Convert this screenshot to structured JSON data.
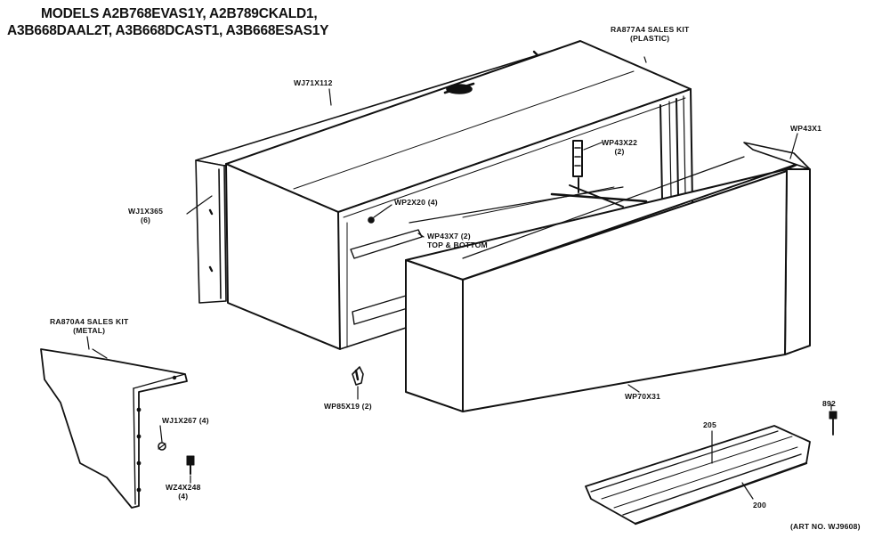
{
  "title": {
    "line1": "MODELS A2B768EVAS1Y, A2B789CKALD1,",
    "line2": "A3B668DAAL2T, A3B668DCAST1, A3B668ESAS1Y"
  },
  "labels": {
    "ra877a4": {
      "line1": "RA877A4 SALES KIT",
      "line2": "(PLASTIC)"
    },
    "wj71x112": "WJ71X112",
    "wp43x1": "WP43X1",
    "wp43x22": {
      "line1": "WP43X22",
      "line2": "(2)"
    },
    "wj1x365": {
      "line1": "WJ1X365",
      "line2": "(6)"
    },
    "wp2x20": "WP2X20 (4)",
    "wp43x7": {
      "line1": "WP43X7 (2)",
      "line2": "TOP & BOTTOM"
    },
    "ra870a4": {
      "line1": "RA870A4 SALES KIT",
      "line2": "(METAL)"
    },
    "wj1x267": "WJ1X267 (4)",
    "wz4x248": {
      "line1": "WZ4X248",
      "line2": "(4)"
    },
    "wp85x19": "WP85X19 (2)",
    "wp70x31": "WP70X31",
    "n205": "205",
    "n892": "892",
    "n200": "200",
    "art_no": "(ART NO. WJ9608)"
  },
  "colors": {
    "ink": "#111111",
    "paper": "#ffffff"
  }
}
